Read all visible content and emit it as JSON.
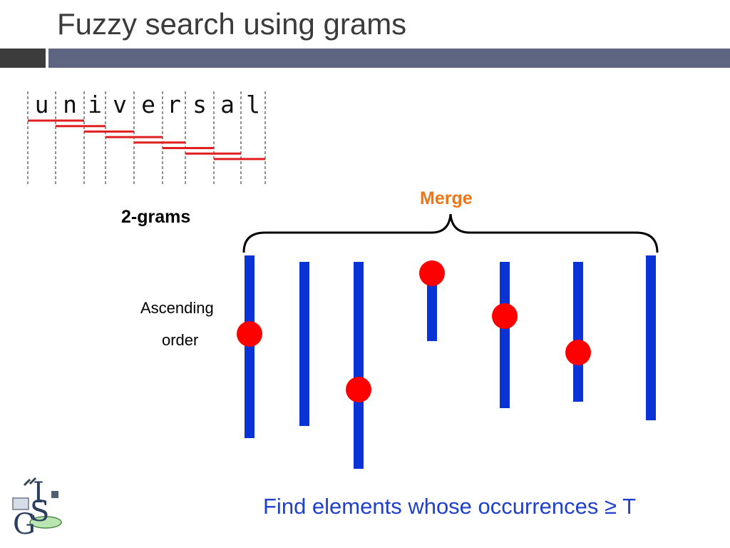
{
  "title": "Fuzzy search using grams",
  "sequence": [
    "u",
    "n",
    "i",
    "v",
    "e",
    "r",
    "s",
    "a",
    "l"
  ],
  "grams_label": "2-grams",
  "merge_label": "Merge",
  "order_label_line1": "Ascending",
  "order_label_line2": "order",
  "footer": "Find elements whose occurrences ≥ T",
  "colors": {
    "title_text": "#3b3b3b",
    "title_bar_dark": "#3c3c3c",
    "title_bar_light": "#5e6580",
    "gram_underline": "#e02020",
    "list_bar": "#0a33d6",
    "marker_dot": "#ff0000",
    "merge_text": "#f07516",
    "footer_text": "#1f3fd0"
  },
  "icons": [
    "logo-icon"
  ]
}
